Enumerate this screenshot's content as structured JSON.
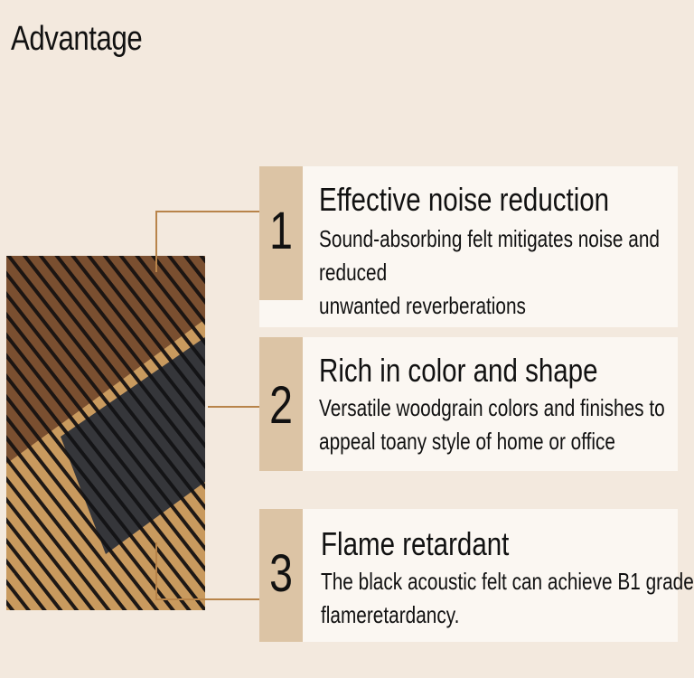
{
  "page": {
    "title": "Advantage"
  },
  "colors": {
    "background": "#f3e9de",
    "panel": "#fbf7f2",
    "number_box": "#dcc4a5",
    "connector": "#b8844a"
  },
  "features": [
    {
      "number": "1",
      "heading": "Effective noise reduction",
      "lines": [
        "Sound-absorbing felt mitigates noise and",
        "reduced",
        "unwanted reverberations"
      ]
    },
    {
      "number": "2",
      "heading": "Rich in color and shape",
      "lines": [
        "Versatile woodgrain colors and finishes to",
        "appeal toany style of home or office"
      ]
    },
    {
      "number": "3",
      "heading": "Flame retardant",
      "lines": [
        "The black acoustic felt can achieve B1 grade",
        "flameretardancy."
      ]
    }
  ],
  "image": {
    "icon": "acoustic-panel-slats-photo"
  }
}
